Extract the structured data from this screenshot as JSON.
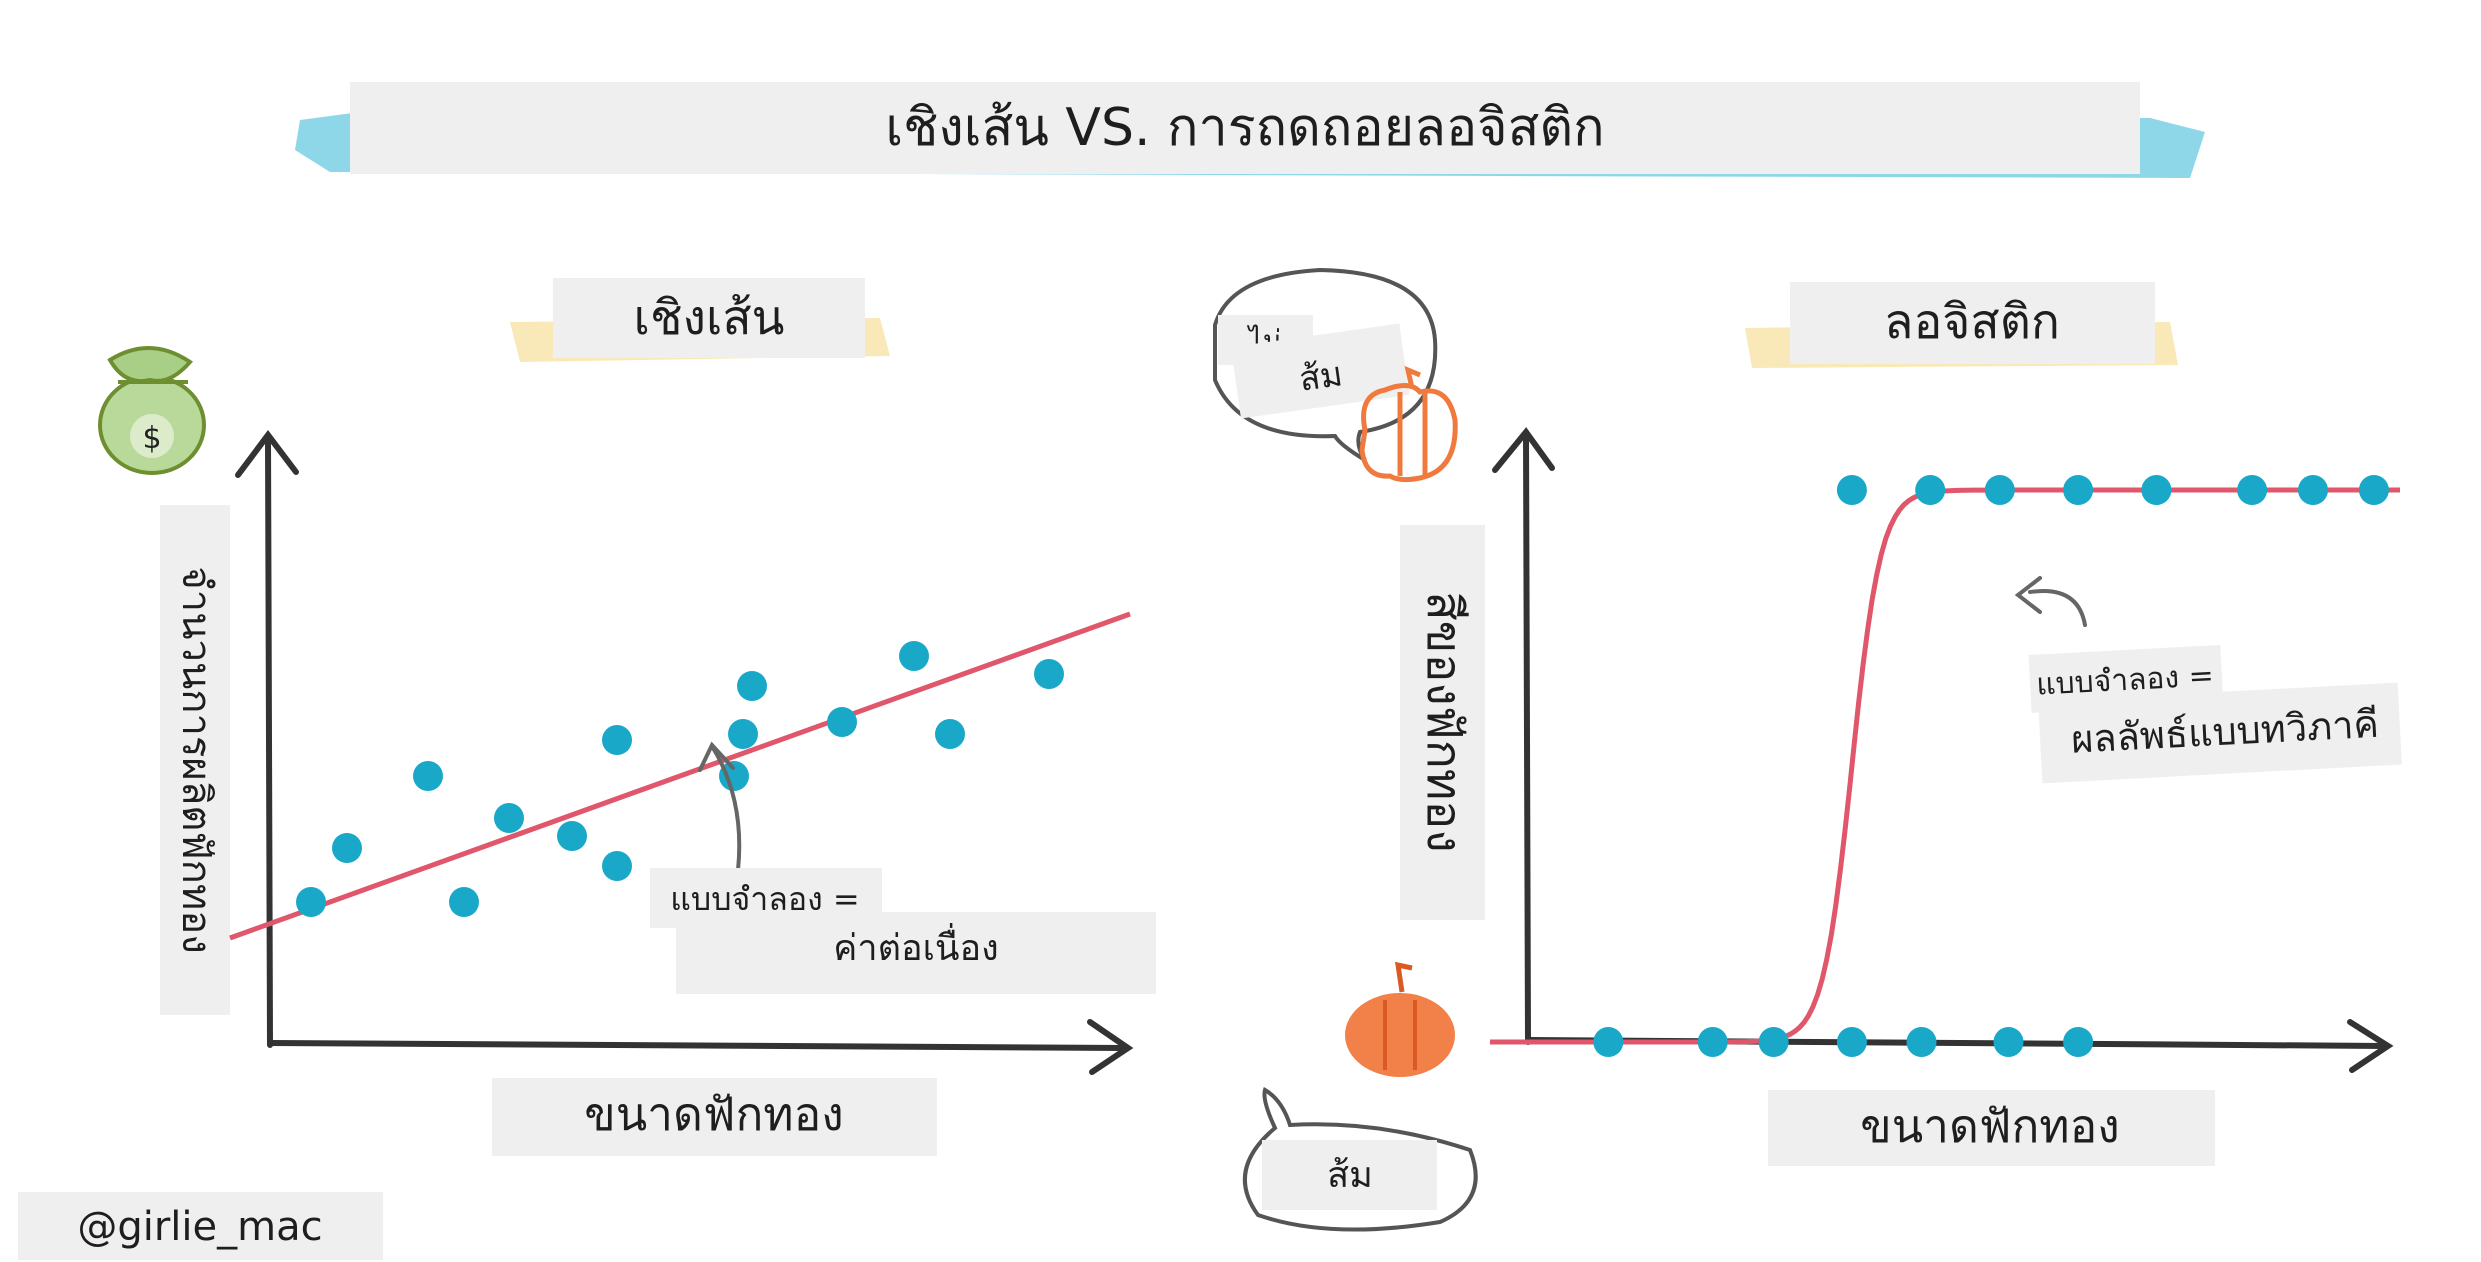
{
  "title": "เชิงเส้น VS. การถดถอยลอจิสติก",
  "credit": "@girlie_mac",
  "linear": {
    "title": "เชิงเส้น",
    "ylabel": "จำนวนการผลิตฟักทอง",
    "xlabel": "ขนาดฟักทอง",
    "model_line1": "แบบจำลอง =",
    "model_line2": "ค่าต่อเนื่อง",
    "icon": "money-bag-icon"
  },
  "logistic": {
    "title": "ลอจิสติก",
    "ylabel": "สีของฟักทอง",
    "xlabel": "ขนาดฟักทอง",
    "model_line1": "แบบจำลอง =",
    "model_line2": "ผลลัพธ์แบบทวิภาคี",
    "bubble_top_line1": "ไม่",
    "bubble_top_line2": "ส้ม",
    "bubble_bottom": "ส้ม",
    "icons": [
      "pumpkin-outline-icon",
      "pumpkin-filled-icon"
    ]
  },
  "colors": {
    "point": "#1aa8c9",
    "fit_line": "#e0566a",
    "axis": "#333333",
    "label_bg": "#eeeeee",
    "title_accent": "#5cc6df",
    "subtitle_accent": "#f7e3a6",
    "pumpkin": "#f07a3e",
    "bag": "#7aa33a"
  },
  "chart_data": [
    {
      "type": "scatter",
      "title": "เชิงเส้น",
      "xlabel": "ขนาดฟักทอง",
      "ylabel": "จำนวนการผลิตฟักทอง",
      "points": [
        [
          0.09,
          0.23
        ],
        [
          0.13,
          0.32
        ],
        [
          0.22,
          0.44
        ],
        [
          0.26,
          0.23
        ],
        [
          0.31,
          0.37
        ],
        [
          0.38,
          0.34
        ],
        [
          0.43,
          0.29
        ],
        [
          0.43,
          0.5
        ],
        [
          0.56,
          0.44
        ],
        [
          0.57,
          0.51
        ],
        [
          0.58,
          0.59
        ],
        [
          0.68,
          0.53
        ],
        [
          0.8,
          0.51
        ],
        [
          0.76,
          0.64
        ],
        [
          0.91,
          0.61
        ]
      ],
      "fit": {
        "type": "linear",
        "y0": 0.17,
        "y1": 0.71
      }
    },
    {
      "type": "scatter",
      "title": "ลอจิสติก",
      "xlabel": "ขนาดฟักทอง",
      "ylabel": "สีของฟักทอง",
      "points": [
        [
          0.09,
          0
        ],
        [
          0.21,
          0
        ],
        [
          0.28,
          0
        ],
        [
          0.37,
          0
        ],
        [
          0.45,
          0
        ],
        [
          0.55,
          0
        ],
        [
          0.63,
          0
        ],
        [
          0.37,
          1
        ],
        [
          0.46,
          1
        ],
        [
          0.54,
          1
        ],
        [
          0.63,
          1
        ],
        [
          0.72,
          1
        ],
        [
          0.83,
          1
        ],
        [
          0.9,
          1
        ],
        [
          0.97,
          1
        ]
      ],
      "fit": {
        "type": "logistic"
      }
    }
  ]
}
